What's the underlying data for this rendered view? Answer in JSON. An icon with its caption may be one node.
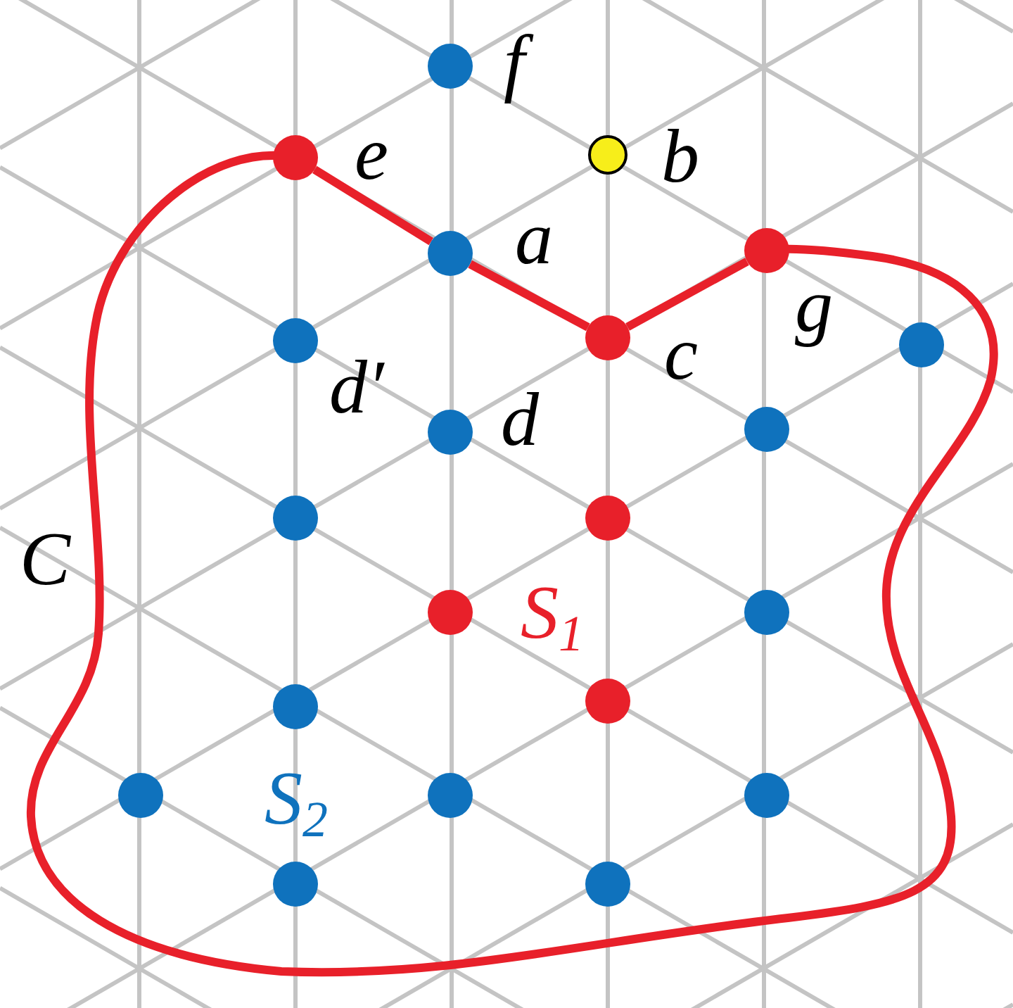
{
  "diagram": {
    "nodes": [
      {
        "text": [],
        "shape": "circle",
        "beside": [
          "f"
        ]
      },
      {
        "text": [],
        "shape": "circle",
        "beside": [
          "e"
        ]
      },
      {
        "text": [],
        "shape": "circle",
        "beside": [
          "b"
        ]
      },
      {
        "text": [],
        "shape": "circle",
        "beside": [
          "a"
        ]
      },
      {
        "text": [],
        "shape": "circle",
        "beside": [
          "g"
        ]
      },
      {
        "text": [],
        "shape": "circle",
        "beside": [
          "d′"
        ]
      },
      {
        "text": [],
        "shape": "circle",
        "beside": [
          "c"
        ]
      },
      {
        "text": [],
        "shape": "circle"
      },
      {
        "text": [],
        "shape": "circle",
        "beside": [
          "d"
        ]
      },
      {
        "text": [],
        "shape": "circle"
      },
      {
        "text": [],
        "shape": "circle"
      },
      {
        "text": [],
        "shape": "circle"
      },
      {
        "text": [],
        "shape": "circle"
      },
      {
        "text": [],
        "shape": "circle"
      },
      {
        "text": [],
        "shape": "circle"
      },
      {
        "text": [],
        "shape": "circle"
      },
      {
        "text": [],
        "shape": "circle"
      },
      {
        "text": [],
        "shape": "circle"
      },
      {
        "text": [],
        "shape": "circle"
      },
      {
        "text": [],
        "shape": "circle"
      },
      {
        "text": [],
        "shape": "circle"
      }
    ],
    "edges": [
      {
        "from": 1,
        "to": 3,
        "arrow": "none"
      },
      {
        "from": 3,
        "to": 6,
        "arrow": "none"
      },
      {
        "from": 6,
        "to": 4,
        "arrow": "none"
      }
    ],
    "labels": [
      "C",
      "S$_{1}$",
      "S$_{2}$"
    ]
  }
}
